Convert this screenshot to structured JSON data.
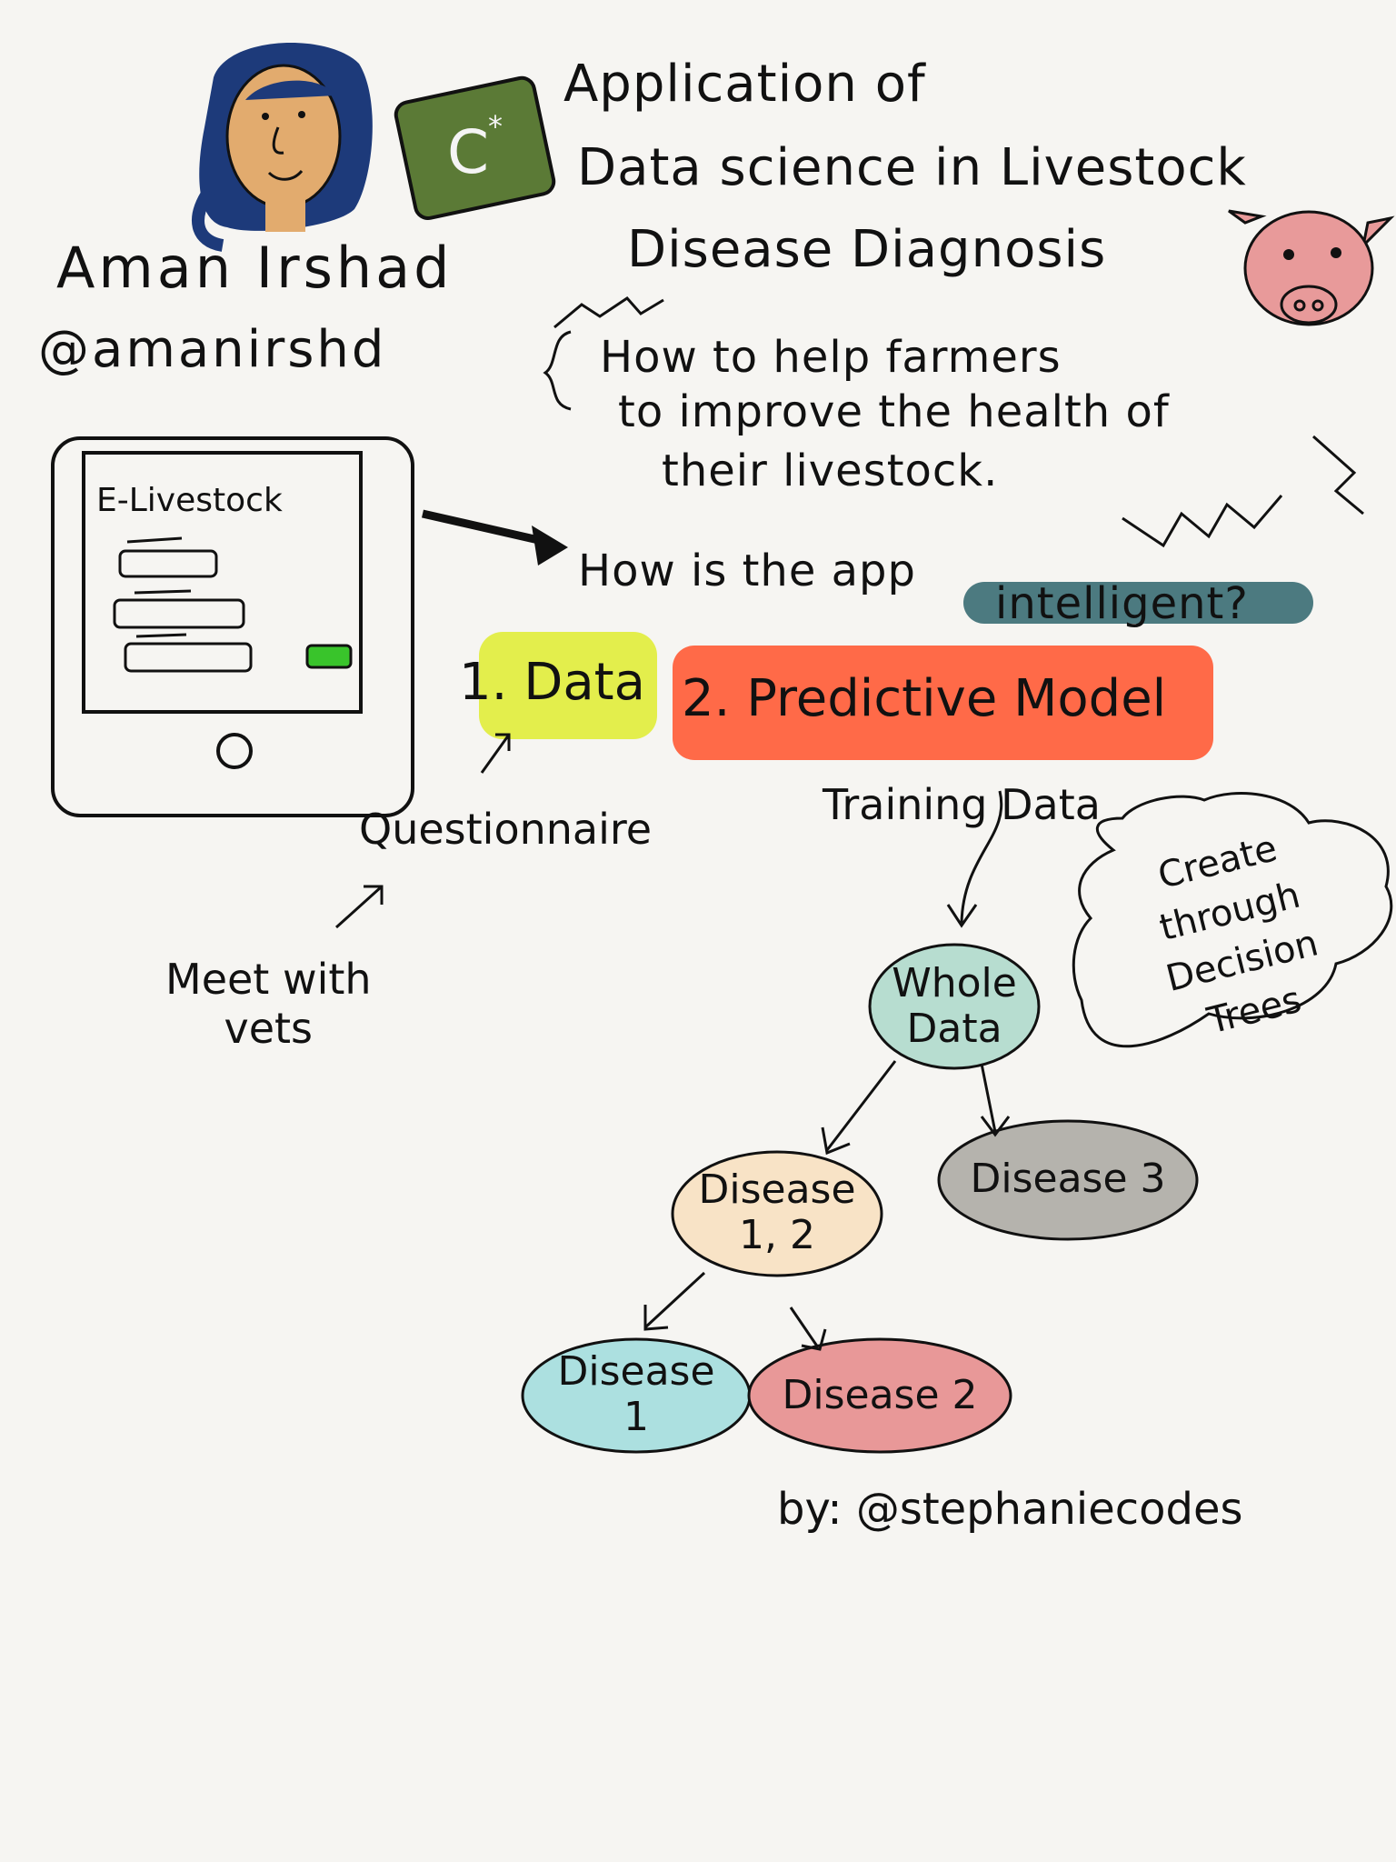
{
  "title": {
    "line1": "Application of",
    "line2": "Data science in Livestock",
    "line3": "Disease Diagnosis"
  },
  "speaker": {
    "name": "Aman Irshad",
    "handle": "@amanirshd"
  },
  "question": {
    "line1": "How to help farmers",
    "line2": "to improve the health of",
    "line3": "their livestock."
  },
  "app": {
    "name": "E-Livestock"
  },
  "intelligence_question": {
    "prefix": "How is the app",
    "highlight": "intelligent?"
  },
  "steps": {
    "data": "1. Data",
    "model": "2. Predictive Model"
  },
  "labels": {
    "questionnaire": "Questionnaire",
    "meet_vets": "Meet with\nvets",
    "training_data": "Training Data",
    "cloud_note": "Create through Decision Trees",
    "credit": "by: @stephaniecodes"
  },
  "tree": {
    "root": "Whole\nData",
    "left": "Disease\n1, 2",
    "right": "Disease 3",
    "left_left": "Disease\n1",
    "left_right": "Disease 2"
  },
  "colors": {
    "background": "#f6f5f2",
    "hair": "#1d3a7a",
    "face": "#e2ab6e",
    "logo_green": "#5b7a36",
    "pig_pink": "#e89a9a",
    "teal_highlight": "#4c7a80",
    "data_yellow": "#e3ee4c",
    "model_orange": "#ff6a48",
    "node_whole": "#b7ddd0",
    "node_disease12": "#f8e3c6",
    "node_disease3": "#b5b3ad",
    "node_disease1": "#ace0e0",
    "node_disease2": "#e89898",
    "button_green": "#39c42b"
  }
}
